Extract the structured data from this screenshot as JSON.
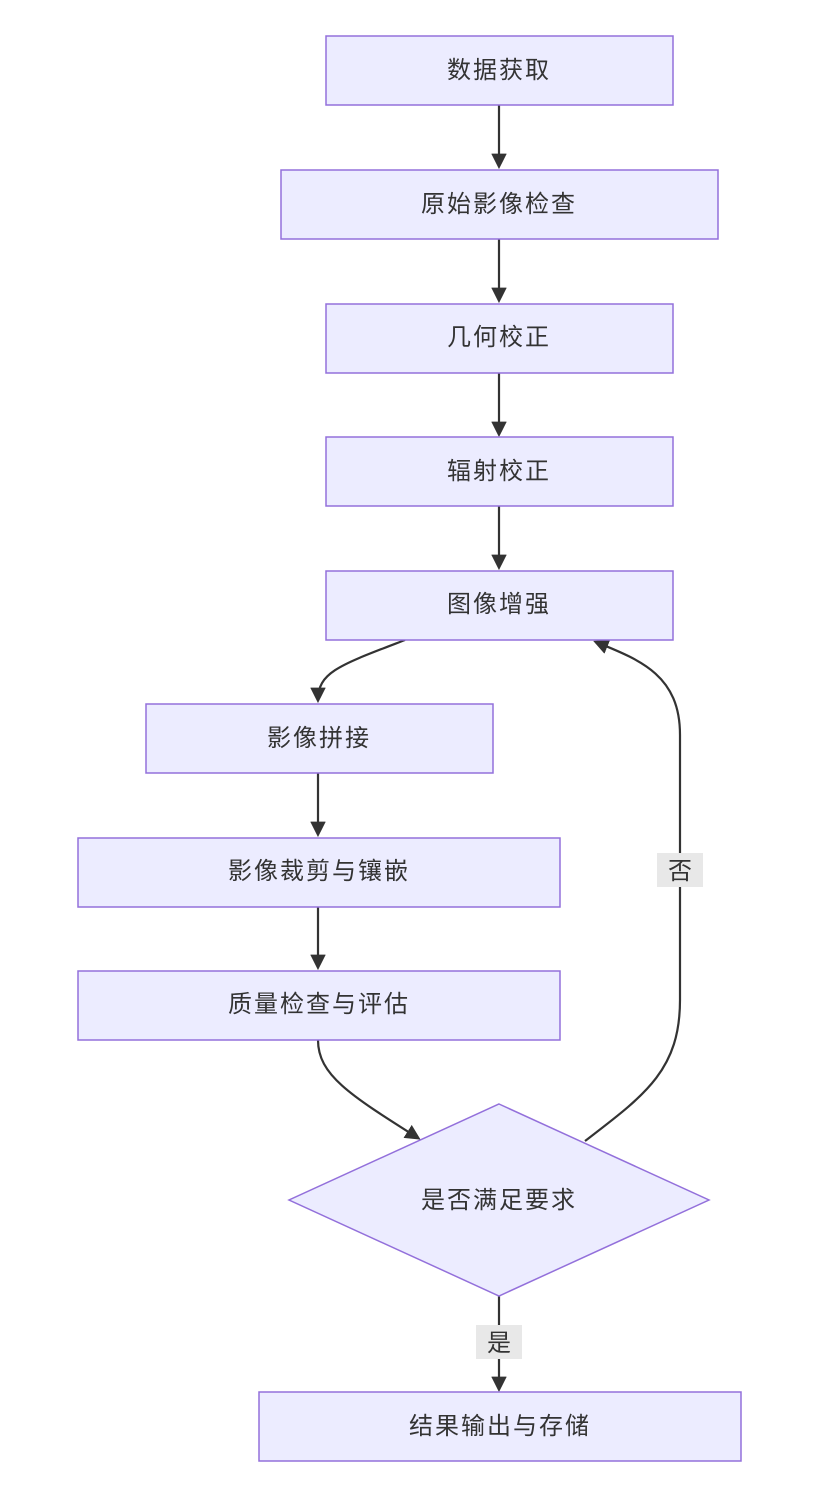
{
  "nodes": {
    "acquire": "数据获取",
    "inspect": "原始影像检查",
    "geometric": "几何校正",
    "radiometric": "辐射校正",
    "enhance": "图像增强",
    "mosaic": "影像拼接",
    "clip": "影像裁剪与镶嵌",
    "quality": "质量检查与评估",
    "decision": "是否满足要求",
    "output": "结果输出与存储"
  },
  "edges": {
    "no_label": "否",
    "yes_label": "是"
  },
  "colors": {
    "node_fill": "#ECECFF",
    "node_stroke": "#9370DB",
    "edge": "#333333",
    "label_bg": "#E8E8E8"
  }
}
